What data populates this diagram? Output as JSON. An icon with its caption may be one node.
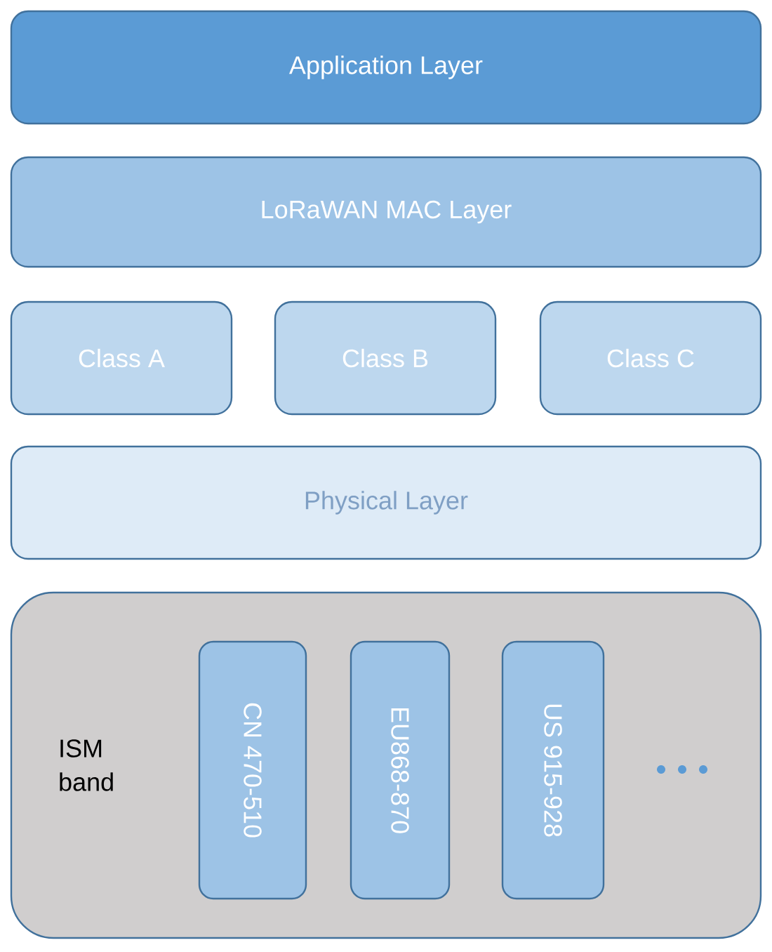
{
  "diagram": {
    "nodes": [
      {
        "text": [
          "Application Layer"
        ]
      },
      {
        "text": [
          "LoRaWAN MAC Layer"
        ]
      },
      {
        "text": [
          "Class A"
        ]
      },
      {
        "text": [
          "Class B"
        ]
      },
      {
        "text": [
          "Class C"
        ]
      },
      {
        "text": [
          "Physical Layer"
        ]
      },
      {
        "text": [
          "ISM band"
        ]
      },
      {
        "text": [
          "CN 470-510"
        ],
        "in": 6
      },
      {
        "text": [
          "EU868-870"
        ],
        "in": 6
      },
      {
        "text": [
          "US 915-928"
        ],
        "in": 6
      }
    ],
    "edges": []
  }
}
